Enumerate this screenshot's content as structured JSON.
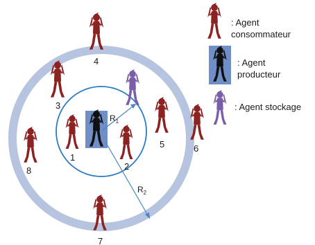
{
  "colors": {
    "outer_ring": "#b6c4e0",
    "inner_circle": "#2a7bc4",
    "radius_line": "#4a86c8",
    "consumer": "#8c2323",
    "producer": "#111111",
    "producer_bg": "#6f8fc6",
    "storage": "#7b5ea8"
  },
  "agent_numbers": [
    "1",
    "2",
    "3",
    "4",
    "5",
    "6",
    "7",
    "8"
  ],
  "radius_labels": {
    "r1": {
      "main": "R",
      "sub": "1"
    },
    "r2": {
      "main": "R",
      "sub": "2"
    }
  },
  "legend": {
    "consumer": {
      "line1": ": Agent",
      "line2": "consommateur",
      "icon": "consumer-agent-icon"
    },
    "producer": {
      "line1": ": Agent",
      "line2": "producteur",
      "icon": "producer-agent-icon"
    },
    "storage": {
      "line1": ": Agent stockage",
      "icon": "storage-agent-icon"
    }
  }
}
